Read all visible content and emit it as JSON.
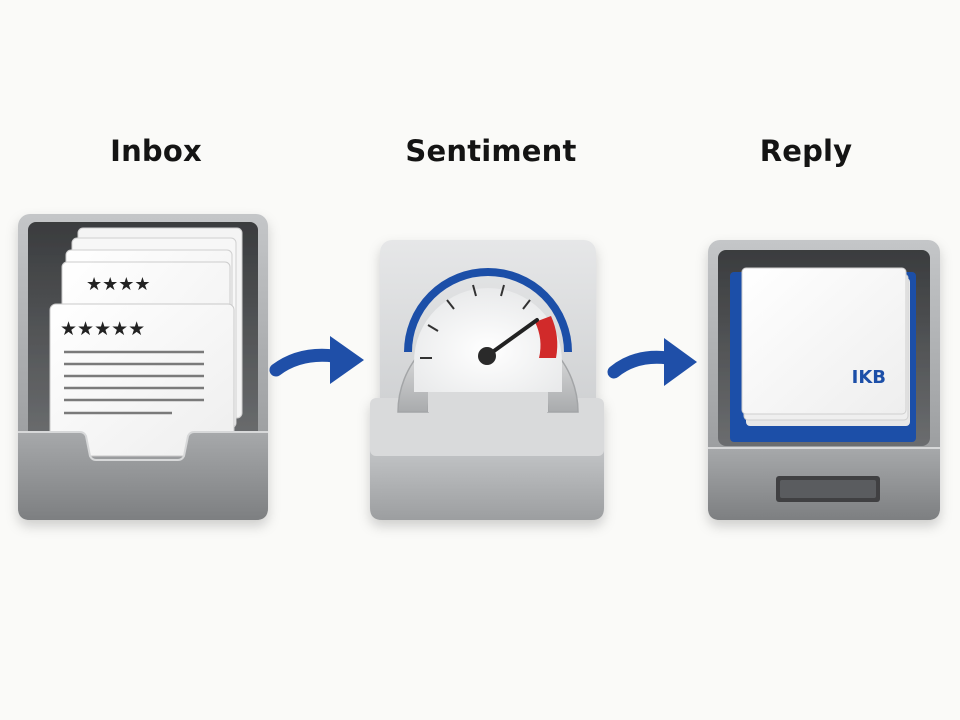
{
  "steps": [
    {
      "title": "Inbox",
      "icon": "inbox-tray-icon",
      "stars_back": 4,
      "stars_front": 5
    },
    {
      "title": "Sentiment",
      "icon": "gauge-icon"
    },
    {
      "title": "Reply",
      "icon": "reply-tray-icon",
      "card_text": "IKB"
    }
  ],
  "connectors": [
    "arrow-right-icon",
    "arrow-right-icon"
  ],
  "colors": {
    "accent_blue": "#1f4fa8",
    "gauge_red": "#d12b2b",
    "tray_gray": "#9a9c9e",
    "background": "#fafaf8"
  }
}
